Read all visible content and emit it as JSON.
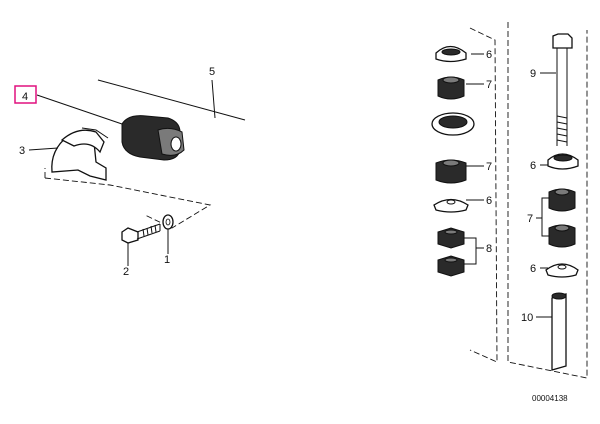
{
  "callouts": [
    {
      "id": "c1",
      "text": "1"
    },
    {
      "id": "c2",
      "text": "2"
    },
    {
      "id": "c3",
      "text": "3"
    },
    {
      "id": "c4",
      "text": "4",
      "highlighted": true
    },
    {
      "id": "c5",
      "text": "5"
    },
    {
      "id": "c6a",
      "text": "6"
    },
    {
      "id": "c6b",
      "text": "6"
    },
    {
      "id": "c6c",
      "text": "6"
    },
    {
      "id": "c6d",
      "text": "6"
    },
    {
      "id": "c7a",
      "text": "7"
    },
    {
      "id": "c7b",
      "text": "7"
    },
    {
      "id": "c7c",
      "text": "7"
    },
    {
      "id": "c8",
      "text": "8"
    },
    {
      "id": "c9",
      "text": "9"
    },
    {
      "id": "c10",
      "text": "10"
    }
  ],
  "diagram_ref": "00004138",
  "colors": {
    "highlight": "#e0117f",
    "ink": "#111111"
  }
}
